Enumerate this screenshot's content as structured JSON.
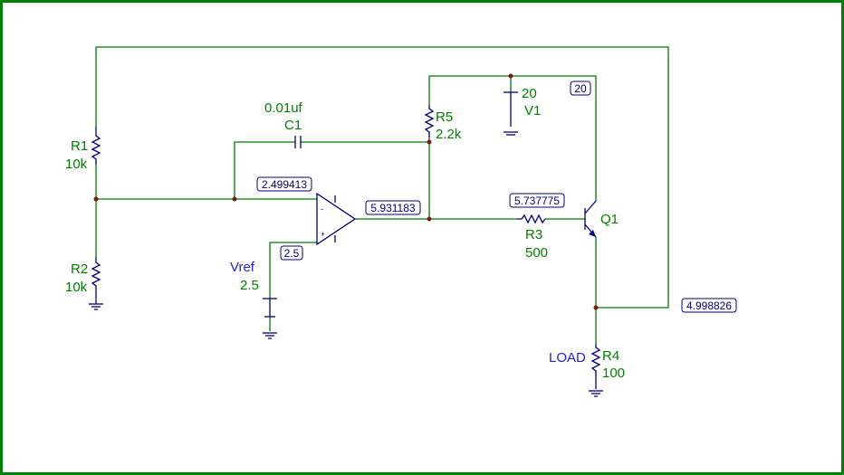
{
  "components": {
    "r1": {
      "ref": "R1",
      "value": "10k"
    },
    "r2": {
      "ref": "R2",
      "value": "10k"
    },
    "r3": {
      "ref": "R3",
      "value": "500"
    },
    "r4": {
      "ref": "R4",
      "value": "100",
      "tag": "LOAD"
    },
    "r5": {
      "ref": "R5",
      "value": "2.2k"
    },
    "c1": {
      "ref": "C1",
      "value": "0.01uf"
    },
    "v1": {
      "ref": "V1",
      "value": "20"
    },
    "vref": {
      "ref": "Vref",
      "value": "2.5"
    },
    "q1": {
      "ref": "Q1"
    },
    "opamp": {
      "minus": "-",
      "plus": "+"
    }
  },
  "probes": {
    "inverting_input": "2.499413",
    "noninverting_input": "2.5",
    "opamp_output": "5.931183",
    "base": "5.737775",
    "supply": "20",
    "emitter": "4.998826"
  },
  "colors": {
    "frame": "#008000",
    "wire": "#007a00",
    "component": "#00007a",
    "label": "#008000",
    "label_alt": "#2222cc",
    "node": "#7a1a1a"
  }
}
